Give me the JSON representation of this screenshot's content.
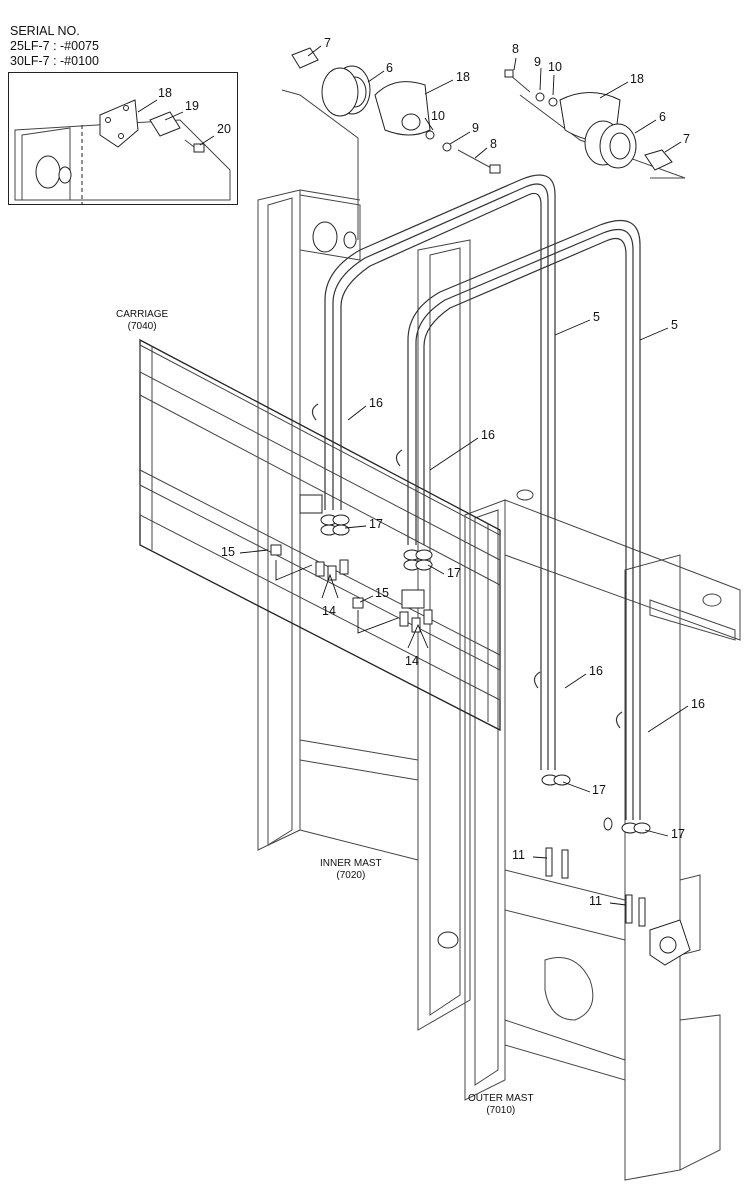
{
  "serial": {
    "heading": "SERIAL NO.",
    "line1": "25LF-7 : -#0075",
    "line2": "30LF-7 : -#0100"
  },
  "sections": {
    "carriage": {
      "name": "CARRIAGE",
      "code": "(7040)"
    },
    "inner_mast": {
      "name": "INNER MAST",
      "code": "(7020)"
    },
    "outer_mast": {
      "name": "OUTER MAST",
      "code": "(7010)"
    }
  },
  "callouts": {
    "inset_18": "18",
    "inset_19": "19",
    "inset_20": "20",
    "l_7": "7",
    "l_6": "6",
    "l_18": "18",
    "l_10": "10",
    "l_9": "9",
    "l_8": "8",
    "r_8": "8",
    "r_9": "9",
    "r_10": "10",
    "r_18": "18",
    "r_6": "6",
    "r_7": "7",
    "hose_5a": "5",
    "hose_5b": "5",
    "c16_a": "16",
    "c16_b": "16",
    "c16_c": "16",
    "c16_d": "16",
    "c17_a": "17",
    "c17_b": "17",
    "c17_c": "17",
    "c17_d": "17",
    "c15_a": "15",
    "c15_b": "15",
    "c14_a": "14",
    "c14_b": "14",
    "c11_a": "11",
    "c11_b": "11"
  }
}
